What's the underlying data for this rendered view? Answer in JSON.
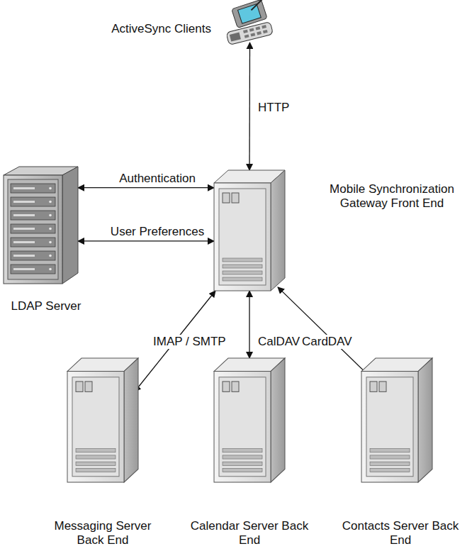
{
  "diagram": {
    "nodes": [
      {
        "text": [
          "ActiveSync Clients"
        ]
      },
      {
        "text": [
          "LDAP Server"
        ]
      },
      {
        "text": [
          "Mobile Synchronization Gateway Front End"
        ]
      },
      {
        "text": [
          "Messaging Server Back End"
        ]
      },
      {
        "text": [
          "Calendar Server Back End"
        ]
      },
      {
        "text": [
          "Contacts Server Back End"
        ]
      }
    ],
    "edges": [
      {
        "from": 0,
        "to": 2,
        "label": "HTTP",
        "arrow": "both"
      },
      {
        "from": 1,
        "to": 2,
        "label": "Authentication",
        "arrow": "both"
      },
      {
        "from": 1,
        "to": 2,
        "label": "User Preferences",
        "arrow": "both"
      },
      {
        "from": 2,
        "to": 3,
        "label": "IMAP / SMTP",
        "arrow": "both"
      },
      {
        "from": 2,
        "to": 4,
        "label": "CalDAV",
        "arrow": "both"
      },
      {
        "from": 2,
        "to": 5,
        "label": "CardDAV",
        "arrow": "both"
      }
    ]
  }
}
